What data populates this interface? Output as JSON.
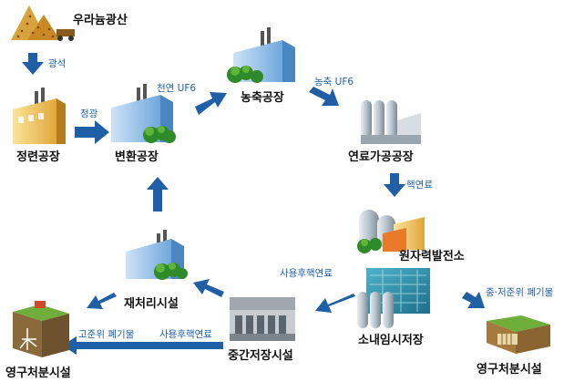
{
  "colors": {
    "arrow": "#1f5fa6",
    "flow_text": "#1f5fa6",
    "label": "#111111"
  },
  "nodes": {
    "uranium_mine": "우라늄광산",
    "refinery": "정련공장",
    "conversion": "변환공장",
    "enrichment": "농축공장",
    "fuel_fabrication": "연료가공공장",
    "power_plant": "원자력발전소",
    "onsite_storage": "소내임시저장",
    "disposal_low_mid": "영구처분시설",
    "interim_storage": "중간저장시설",
    "reprocessing": "재처리시설",
    "disposal_high": "영구처분시설"
  },
  "flows": {
    "ore": "광석",
    "refined": "정광",
    "natural_uf6": "천연 UF6",
    "enriched_uf6": "농축 UF6",
    "nuclear_fuel": "핵연료",
    "spent_fuel_1": "사용후핵연료",
    "low_mid_waste": "중·저준위 폐기물",
    "spent_fuel_2": "사용후핵연료",
    "high_level_waste": "고준위 폐기물"
  }
}
